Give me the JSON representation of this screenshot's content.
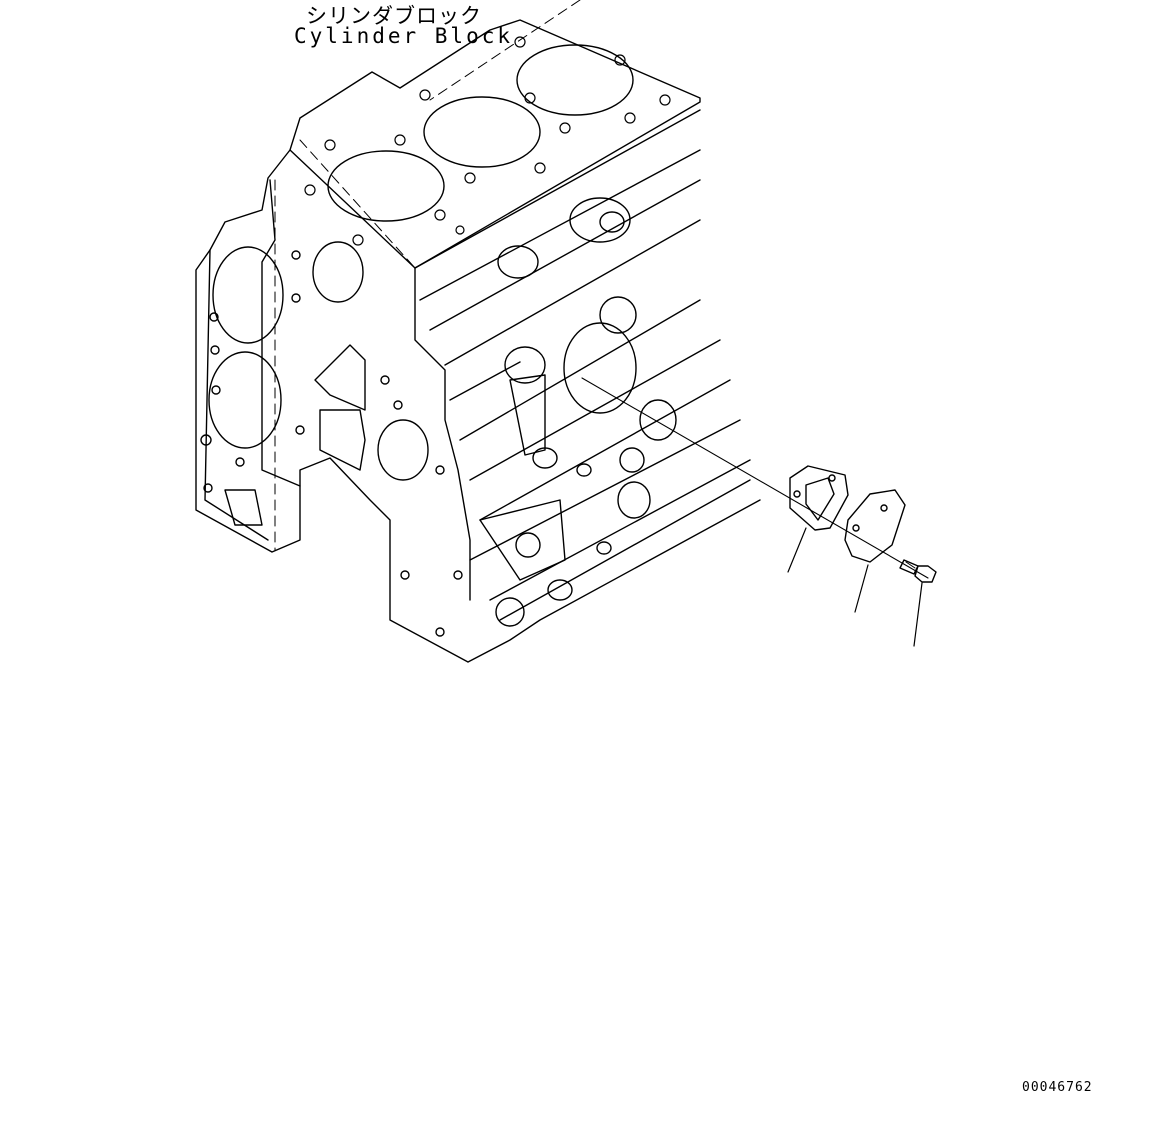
{
  "labels": {
    "cylinder_block_jp": "シリンダブロック",
    "cylinder_block_en": "Cylinder Block",
    "drawing_number": "00046762"
  },
  "colors": {
    "line": "#000000",
    "background": "#ffffff"
  }
}
